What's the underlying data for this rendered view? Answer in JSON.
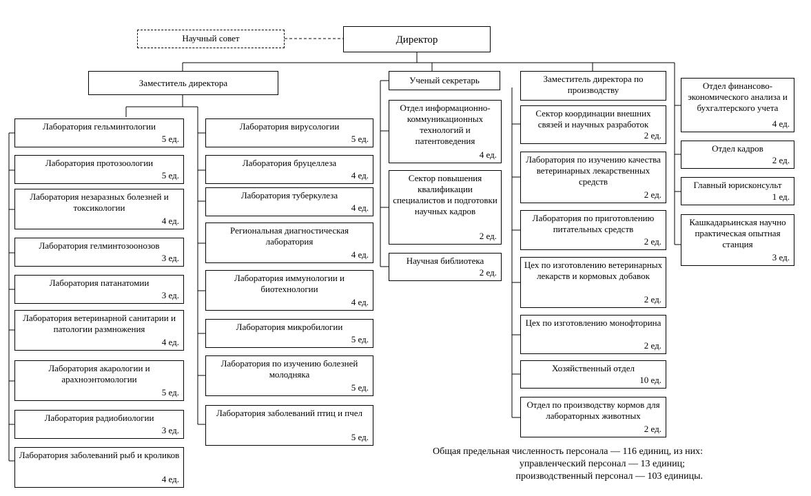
{
  "top": {
    "director": "Директор",
    "council": "Научный совет"
  },
  "deputy": {
    "title": "Заместитель директора",
    "left_col": [
      {
        "name": "Лаборатория гельминтологии",
        "count": "5 ед."
      },
      {
        "name": "Лаборатория протозоологии",
        "count": "5 ед."
      },
      {
        "name": "Лаборатория незаразных болезней и токсикологии",
        "count": "4 ед."
      },
      {
        "name": "Лаборатория гелминтозоонозов",
        "count": "3 ед."
      },
      {
        "name": "Лаборатория патанатомии",
        "count": "3 ед."
      },
      {
        "name": "Лаборатория ветеринарной санитарии и патологии размножения",
        "count": "4 ед."
      },
      {
        "name": "Лаборатория акарологии и арахноэнтомологии",
        "count": "5 ед."
      },
      {
        "name": "Лаборатория радиобиологии",
        "count": "3 ед."
      },
      {
        "name": "Лаборатория заболеваний рыб и кроликов",
        "count": "4 ед."
      }
    ],
    "right_col": [
      {
        "name": "Лаборатория вирусологии",
        "count": "5 ед."
      },
      {
        "name": "Лаборатория бруцеллеза",
        "count": "4 ед."
      },
      {
        "name": "Лаборатория туберкулеза",
        "count": "4 ед."
      },
      {
        "name": "Региональная диагностическая лаборатория",
        "count": "4 ед."
      },
      {
        "name": "Лаборатория иммунологии и биотехнологии",
        "count": "4 ед."
      },
      {
        "name": "Лаборатория микробилогии",
        "count": "5 ед."
      },
      {
        "name": "Лаборатория по изучению болезней молодняка",
        "count": "5 ед."
      },
      {
        "name": "Лаборатория заболеваний птиц и пчел",
        "count": "5 ед."
      }
    ]
  },
  "secretary": {
    "title": "Ученый секретарь",
    "units": [
      {
        "name": "Отдел информационно-коммуникационных технологий и патентоведения",
        "count": "4 ед."
      },
      {
        "name": "Сектор повышения квалификации специалистов и подготовки научных кадров",
        "count": "2 ед."
      },
      {
        "name": "Научная библиотека",
        "count": "2 ед."
      }
    ]
  },
  "production": {
    "title": "Заместитель директора по производству",
    "units": [
      {
        "name": "Сектор координации внешних связей и научных разработок",
        "count": "2 ед."
      },
      {
        "name": "Лаборатория по изучению качества ветеринарных лекарственных средств",
        "count": "2 ед."
      },
      {
        "name": "Лаборатория по приготовлению питательных средств",
        "count": "2 ед."
      },
      {
        "name": "Цех по изготовлению ветеринарных лекарств и кормовых добавок",
        "count": "2 ед."
      },
      {
        "name": "Цех по изготовлению монофторина",
        "count": "2 ед."
      },
      {
        "name": "Хозяйственный отдел",
        "count": "10 ед."
      },
      {
        "name": "Отдел по производству кормов для лабораторных животных",
        "count": "2 ед."
      }
    ]
  },
  "direct": {
    "units": [
      {
        "name": "Отдел финансово-экономического анализа и бухгалтерского учета",
        "count": "4 ед."
      },
      {
        "name": "Отдел кадров",
        "count": "2 ед."
      },
      {
        "name": "Главный юрисконсульт",
        "count": "1 ед."
      },
      {
        "name": "Кашкадарьинская научно практическая опытная станция",
        "count": "3 ед."
      }
    ]
  },
  "summary": {
    "line1": "Общая предельная численность персонала — 116 единиц, из них:",
    "line2": "управленческий персонал — 13 единиц;",
    "line3": "производственный персонал — 103 единицы."
  }
}
